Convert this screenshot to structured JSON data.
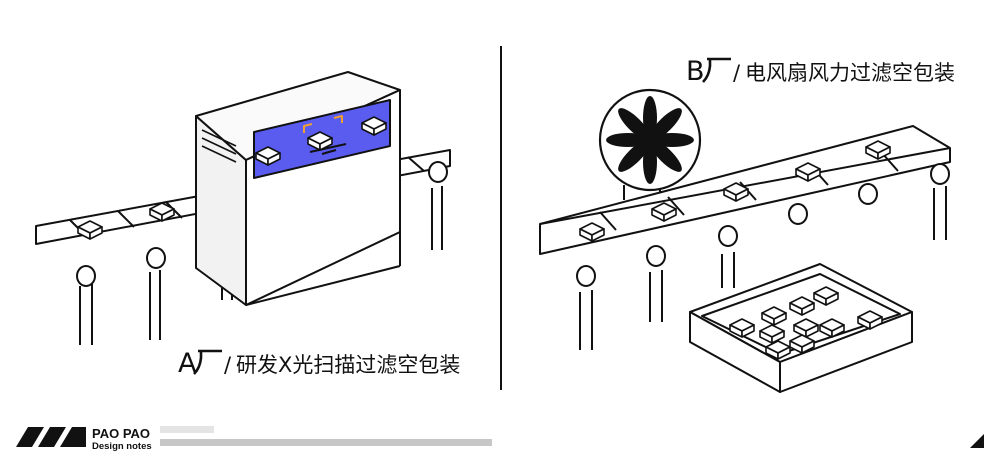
{
  "scene_a": {
    "caption_letter": "A",
    "caption_slash": "/",
    "caption_text": "研发X光扫描过滤空包装"
  },
  "scene_b": {
    "caption_letter": "B",
    "caption_slash": "/",
    "caption_text": "电风扇风力过滤空包装"
  },
  "footer": {
    "brand_title": "PAO PAO",
    "brand_subtitle": "Design notes"
  },
  "colors": {
    "line": "#111111",
    "xray_window": "#5a5cf0",
    "scan_bracket": "#f0a030",
    "footer_bar_light": "#e4e4e4",
    "footer_bar_dark": "#c7c7c7"
  },
  "icons": {
    "factory_glyph": "factory-roof-icon",
    "brand_logo": "paopao-logo-icon",
    "corner_mark": "corner-triangle-icon"
  }
}
